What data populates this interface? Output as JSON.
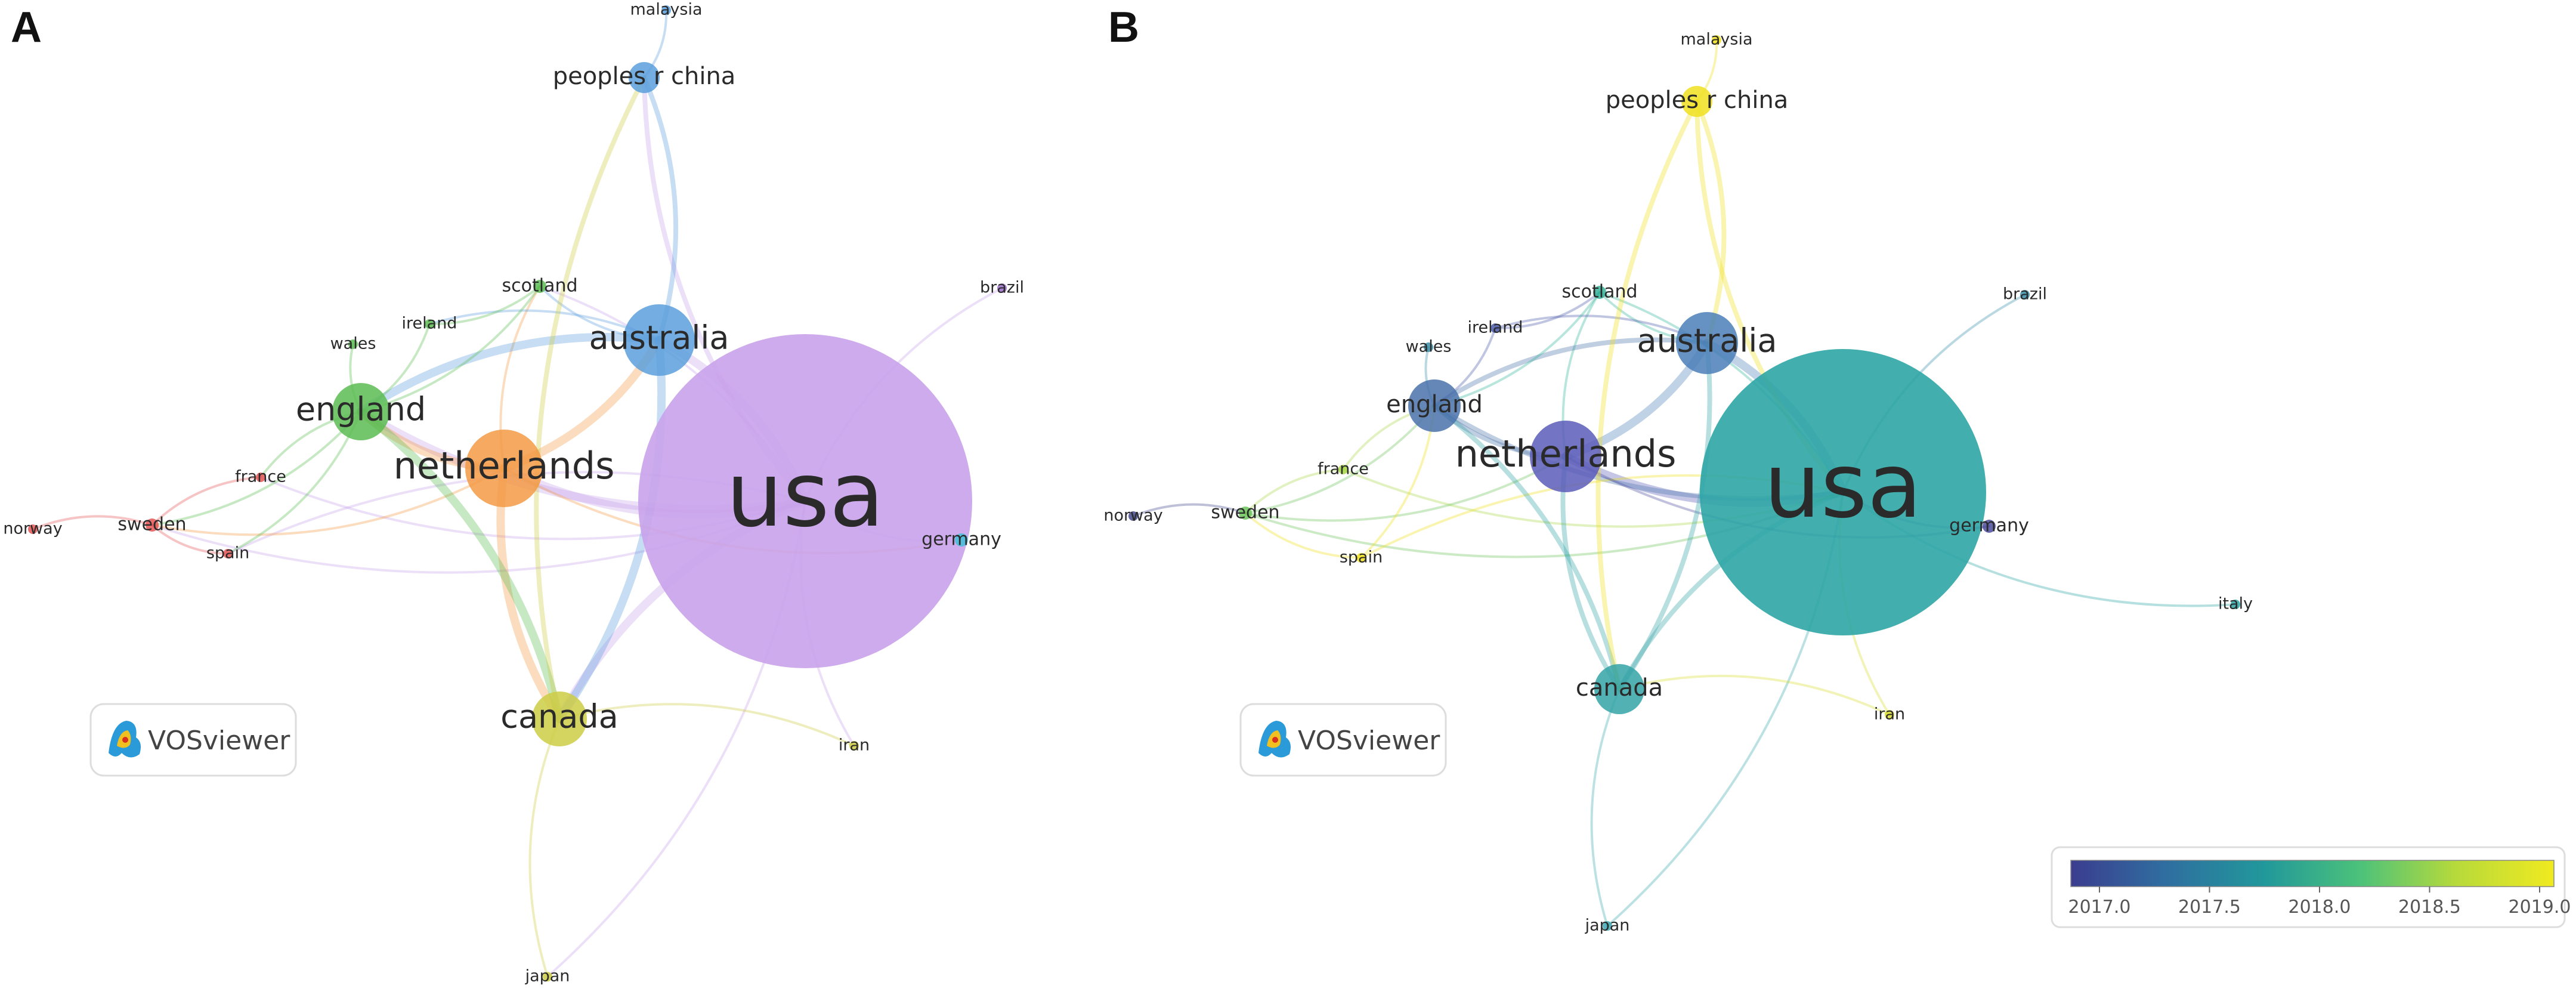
{
  "panels": [
    {
      "letter": "A",
      "watermark": "VOSviewer",
      "nodes": [
        {
          "id": "usa",
          "label": "usa",
          "color": "#c9a2ea",
          "weight": 10
        },
        {
          "id": "netherlands",
          "label": "netherlands",
          "color": "#f39a45",
          "weight": 5
        },
        {
          "id": "australia",
          "label": "australia",
          "color": "#5b9fdc",
          "weight": 4.2
        },
        {
          "id": "england",
          "label": "england",
          "color": "#5cbc52",
          "weight": 4
        },
        {
          "id": "canada",
          "label": "canada",
          "color": "#cccc44",
          "weight": 4
        },
        {
          "id": "peoples r china",
          "label": "peoples r china",
          "color": "#5b9fdc",
          "weight": 3.2
        },
        {
          "id": "scotland",
          "label": "scotland",
          "color": "#5cbc52",
          "weight": 2
        },
        {
          "id": "ireland",
          "label": "ireland",
          "color": "#5cbc52",
          "weight": 1.6
        },
        {
          "id": "wales",
          "label": "wales",
          "color": "#5cbc52",
          "weight": 1.5
        },
        {
          "id": "france",
          "label": "france",
          "color": "#e55656",
          "weight": 1.6
        },
        {
          "id": "sweden",
          "label": "sweden",
          "color": "#e55656",
          "weight": 2
        },
        {
          "id": "norway",
          "label": "norway",
          "color": "#e55656",
          "weight": 1.5
        },
        {
          "id": "spain",
          "label": "spain",
          "color": "#e55656",
          "weight": 1.5
        },
        {
          "id": "germany",
          "label": "germany",
          "color": "#3fc0d8",
          "weight": 2
        },
        {
          "id": "brazil",
          "label": "brazil",
          "color": "#9a6dc8",
          "weight": 1.5
        },
        {
          "id": "malaysia",
          "label": "malaysia",
          "color": "#5b9fdc",
          "weight": 1.3
        },
        {
          "id": "iran",
          "label": "iran",
          "color": "#cccc44",
          "weight": 1.5
        },
        {
          "id": "japan",
          "label": "japan",
          "color": "#cccc44",
          "weight": 1.3
        }
      ]
    },
    {
      "letter": "B",
      "watermark": "VOSviewer",
      "nodes": [
        {
          "id": "usa",
          "label": "usa",
          "color": "#2ea5a5",
          "weight": 10
        },
        {
          "id": "netherlands",
          "label": "netherlands",
          "color": "#5a5cb8",
          "weight": 5
        },
        {
          "id": "australia",
          "label": "australia",
          "color": "#4a7fb8",
          "weight": 4.2
        },
        {
          "id": "england",
          "label": "england",
          "color": "#4a72aa",
          "weight": 3.8
        },
        {
          "id": "canada",
          "label": "canada",
          "color": "#34a3a6",
          "weight": 3.8
        },
        {
          "id": "peoples r china",
          "label": "peoples r china",
          "color": "#f0e020",
          "weight": 3.2
        },
        {
          "id": "scotland",
          "label": "scotland",
          "color": "#35b49a",
          "weight": 2
        },
        {
          "id": "ireland",
          "label": "ireland",
          "color": "#4a5aa8",
          "weight": 1.6
        },
        {
          "id": "wales",
          "label": "wales",
          "color": "#3a8ea8",
          "weight": 1.5
        },
        {
          "id": "france",
          "label": "france",
          "color": "#a8d848",
          "weight": 1.6
        },
        {
          "id": "sweden",
          "label": "sweden",
          "color": "#6cc45a",
          "weight": 2
        },
        {
          "id": "norway",
          "label": "norway",
          "color": "#454a8c",
          "weight": 1.5
        },
        {
          "id": "spain",
          "label": "spain",
          "color": "#f0e020",
          "weight": 1.5
        },
        {
          "id": "germany",
          "label": "germany",
          "color": "#4c4c9e",
          "weight": 2
        },
        {
          "id": "brazil",
          "label": "brazil",
          "color": "#3a8ea8",
          "weight": 1.5
        },
        {
          "id": "malaysia",
          "label": "malaysia",
          "color": "#f0e020",
          "weight": 1.3
        },
        {
          "id": "iran",
          "label": "iran",
          "color": "#d8dc30",
          "weight": 1.5
        },
        {
          "id": "japan",
          "label": "japan",
          "color": "#40a8b0",
          "weight": 1.3
        },
        {
          "id": "italy",
          "label": "italy",
          "color": "#2ea5a5",
          "weight": 1.3
        }
      ],
      "color_scale": {
        "ticks": [
          "2017.0",
          "2017.5",
          "2018.0",
          "2018.5",
          "2019.0"
        ],
        "gradient": [
          "#3b3d8f",
          "#2f6fa0",
          "#21989b",
          "#4cc27a",
          "#b8da3a",
          "#f0ea20"
        ]
      }
    }
  ],
  "edges": [
    [
      "usa",
      "netherlands"
    ],
    [
      "usa",
      "australia"
    ],
    [
      "usa",
      "england"
    ],
    [
      "usa",
      "canada"
    ],
    [
      "usa",
      "peoples r china"
    ],
    [
      "usa",
      "germany"
    ],
    [
      "usa",
      "brazil"
    ],
    [
      "usa",
      "iran"
    ],
    [
      "usa",
      "sweden"
    ],
    [
      "usa",
      "scotland"
    ],
    [
      "usa",
      "france"
    ],
    [
      "usa",
      "spain"
    ],
    [
      "usa",
      "japan"
    ],
    [
      "netherlands",
      "australia"
    ],
    [
      "netherlands",
      "england"
    ],
    [
      "netherlands",
      "canada"
    ],
    [
      "netherlands",
      "sweden"
    ],
    [
      "netherlands",
      "germany"
    ],
    [
      "netherlands",
      "scotland"
    ],
    [
      "australia",
      "england"
    ],
    [
      "australia",
      "canada"
    ],
    [
      "australia",
      "peoples r china"
    ],
    [
      "australia",
      "scotland"
    ],
    [
      "australia",
      "ireland"
    ],
    [
      "england",
      "canada"
    ],
    [
      "england",
      "scotland"
    ],
    [
      "england",
      "wales"
    ],
    [
      "england",
      "ireland"
    ],
    [
      "england",
      "sweden"
    ],
    [
      "england",
      "france"
    ],
    [
      "england",
      "spain"
    ],
    [
      "sweden",
      "norway"
    ],
    [
      "sweden",
      "france"
    ],
    [
      "sweden",
      "spain"
    ],
    [
      "canada",
      "iran"
    ],
    [
      "canada",
      "japan"
    ],
    [
      "canada",
      "peoples r china"
    ],
    [
      "peoples r china",
      "malaysia"
    ],
    [
      "scotland",
      "ireland"
    ],
    [
      "usa",
      "italy"
    ]
  ]
}
